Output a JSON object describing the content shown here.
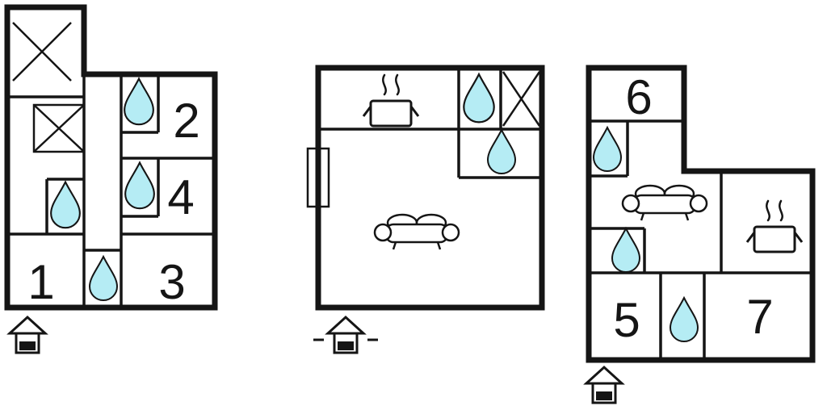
{
  "colors": {
    "wall": "#151515",
    "water_fill": "#b5ecf4",
    "background": "#ffffff"
  },
  "icons": {
    "water_drop": "water-drop",
    "stove": "pot-with-steam",
    "sofa": "sofa",
    "cross_box": "crossed-box",
    "house": "house-entrance-marker"
  },
  "plans": {
    "left": {
      "rooms": [
        {
          "label": "2"
        },
        {
          "label": "4"
        },
        {
          "label": "1"
        },
        {
          "label": "3"
        }
      ]
    },
    "middle": {
      "rooms": []
    },
    "right": {
      "rooms": [
        {
          "label": "6"
        },
        {
          "label": "5"
        },
        {
          "label": "7"
        }
      ]
    }
  }
}
